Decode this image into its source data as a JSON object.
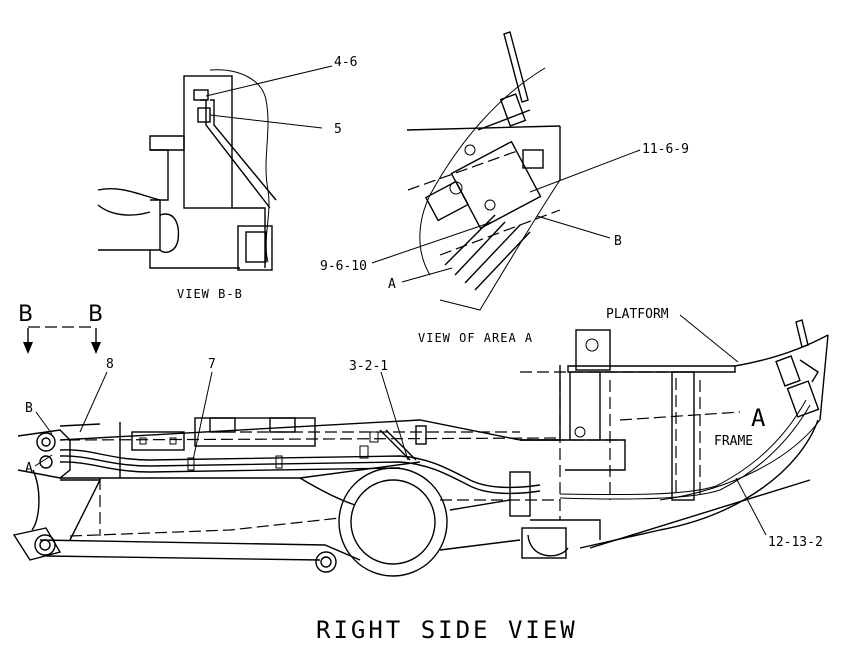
{
  "title": "RIGHT SIDE VIEW",
  "views": {
    "view_bb": "VIEW B-B",
    "view_area_a": "VIEW OF AREA A"
  },
  "section_marker": {
    "left": "B",
    "right": "B"
  },
  "callouts": {
    "c_4_6": "4-6",
    "c_5": "5",
    "c_11_6_9": "11-6-9",
    "c_b_detail": "B",
    "c_9_6_10": "9-6-10",
    "c_a_detail": "A",
    "c_platform": "PLATFORM",
    "c_8": "8",
    "c_7": "7",
    "c_3_2_1": "3-2-1",
    "c_b_main": "B",
    "c_a_main": "A",
    "c_area_a": "A",
    "c_frame": "FRAME",
    "c_12_13_2": "12-13-2"
  }
}
